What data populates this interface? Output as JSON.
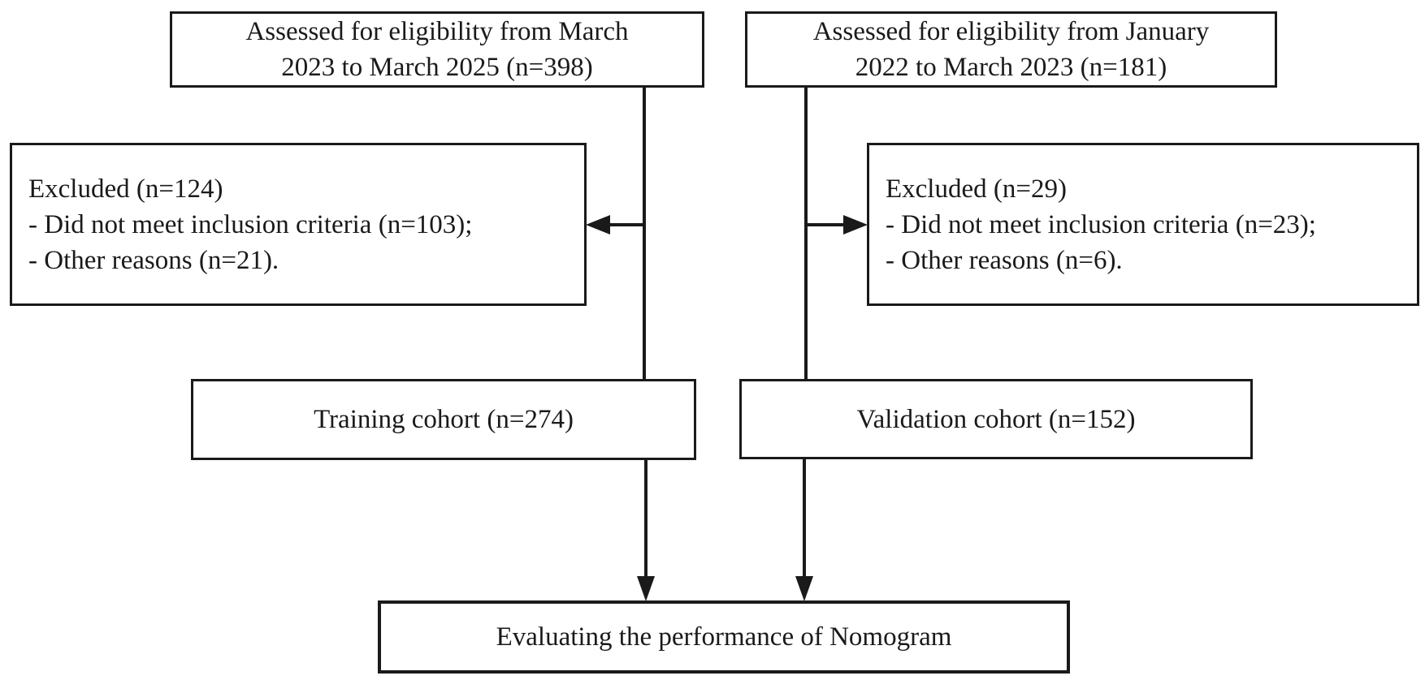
{
  "colors": {
    "ink": "#1a1a1a",
    "background": "#ffffff"
  },
  "boxes": {
    "assessed_training": {
      "lines": [
        "Assessed for eligibility from March",
        "2023 to March 2025 (n=398)"
      ]
    },
    "assessed_validation": {
      "lines": [
        "Assessed for eligibility from January",
        "2022 to March 2023 (n=181)"
      ]
    },
    "excluded_training": {
      "lines": [
        "Excluded (n=124)",
        "- Did not meet inclusion criteria (n=103);",
        "- Other reasons (n=21)."
      ]
    },
    "excluded_validation": {
      "lines": [
        "Excluded (n=29)",
        "- Did not meet inclusion criteria (n=23);",
        "- Other reasons (n=6)."
      ]
    },
    "training_cohort": {
      "label": "Training cohort (n=274)"
    },
    "validation_cohort": {
      "label": "Validation cohort (n=152)"
    },
    "outcome": {
      "label": "Evaluating the performance of Nomogram"
    }
  }
}
